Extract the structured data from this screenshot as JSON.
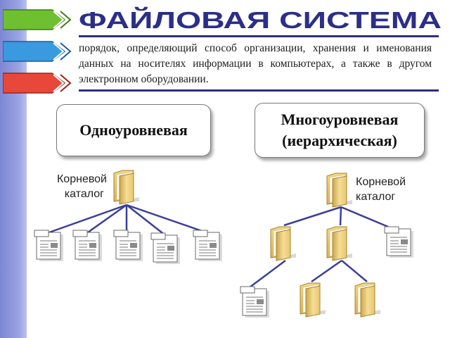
{
  "title": "ФАЙЛОВАЯ СИСТЕМА",
  "definition": "порядок, определяющий способ организации, хранения и именования данных на носителях информации в компьютерах, а также в другом электронном оборудовании.",
  "types": {
    "single_level": "Одноуровневая",
    "multi_level_line1": "Многоуровневая",
    "multi_level_line2": "(иерархическая)"
  },
  "root_label_left": {
    "line1": "Корневой",
    "line2": "каталог"
  },
  "root_label_right": {
    "line1": "Корневой",
    "line2": "каталог"
  },
  "colors": {
    "connector": "#3b3f9a",
    "title_fill": "#2b2f88",
    "accent_green": "#66b82a",
    "accent_blue": "#2d8fd0",
    "accent_red": "#e0402f"
  },
  "icons": [
    "folder-icon",
    "file-icon",
    "ribbon-arrow-icon"
  ]
}
